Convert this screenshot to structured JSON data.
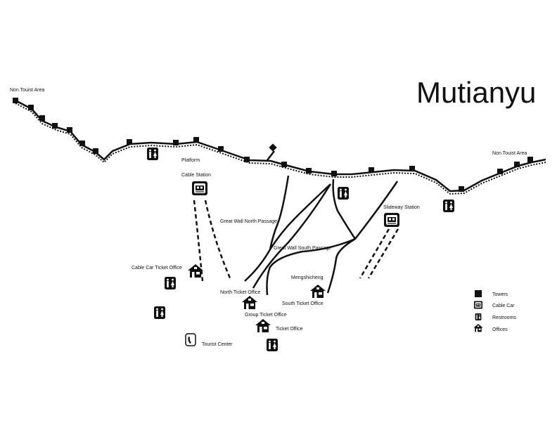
{
  "title": "Mutianyu",
  "labels": {
    "non_tourist_area_left": "Non Touist Area",
    "non_tourist_area_right": "Non Touist Area",
    "platform": "Platform",
    "cable_station": "Cable Station",
    "slideway_station": "Slideway Station",
    "great_wall_north_passage": "Great Wall North Passage",
    "great_wall_south_passage": "Great Wall South Passage",
    "cable_car_ticket_office": "Cable Car Ticket Office",
    "mengshicheng": "Mengshicheng",
    "north_ticket_office": "North Ticket Office",
    "south_ticket_office": "South Ticket Office",
    "group_ticket_office": "Group Ticket Office",
    "ticket_office": "Ticket Office",
    "tourist_center": "Tourist Center"
  },
  "legend": {
    "towers": "Towers",
    "cable_car": "Cable Car",
    "restrooms": "Restrooms",
    "offices": "Offices"
  },
  "colors": {
    "ink": "#111111",
    "background": "#ffffff"
  },
  "icons": [
    "tower-icon",
    "cable-car-icon",
    "restroom-icon",
    "office-icon",
    "phone-icon"
  ]
}
